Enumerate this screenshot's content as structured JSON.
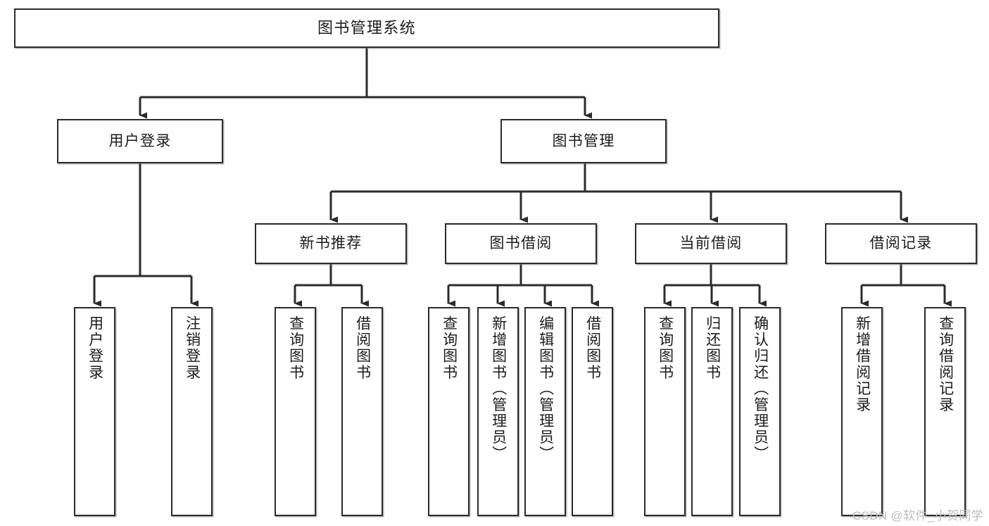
{
  "diagram": {
    "title": "图书管理系统",
    "type": "tree",
    "colors": {
      "node_border": "#2b2b2b",
      "node_fill": "#ffffff",
      "edge": "#2b2b2b",
      "background": "#ffffff",
      "watermark": "#bdbdbd"
    },
    "root": {
      "label": "图书管理系统"
    },
    "level2": [
      {
        "label": "用户登录"
      },
      {
        "label": "图书管理"
      }
    ],
    "level3": [
      {
        "label": "新书推荐"
      },
      {
        "label": "图书借阅"
      },
      {
        "label": "当前借阅"
      },
      {
        "label": "借阅记录"
      }
    ],
    "leaves": {
      "user_login": [
        {
          "label": "用户登录"
        },
        {
          "label": "注销登录"
        }
      ],
      "new_book_recommend": [
        {
          "label": "查询图书"
        },
        {
          "label": "借阅图书"
        }
      ],
      "book_borrow": [
        {
          "label": "查询图书"
        },
        {
          "label": "新增图书（管理员）"
        },
        {
          "label": "编辑图书（管理员）"
        },
        {
          "label": "借阅图书"
        }
      ],
      "current_borrow": [
        {
          "label": "查询图书"
        },
        {
          "label": "归还图书"
        },
        {
          "label": "确认归还（管理员）"
        }
      ],
      "borrow_record": [
        {
          "label": "新增借阅记录"
        },
        {
          "label": "查询借阅记录"
        }
      ]
    },
    "watermark": "CSDN @软件_小贺同学"
  }
}
